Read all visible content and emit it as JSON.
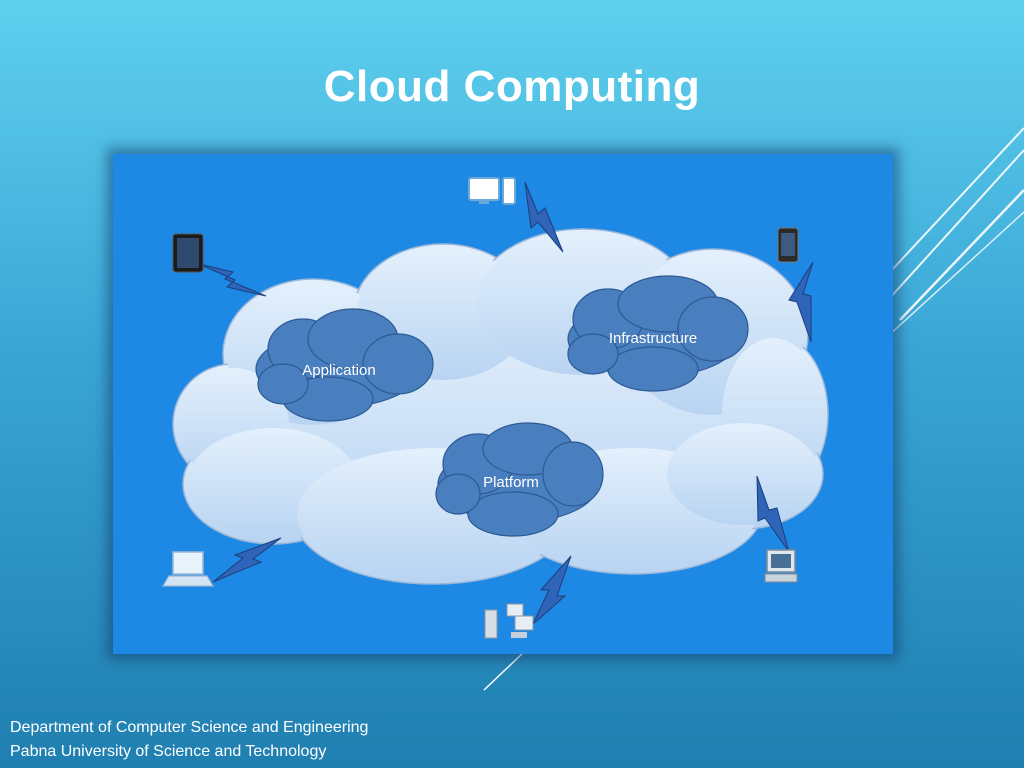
{
  "slide": {
    "title": "Cloud Computing"
  },
  "diagram": {
    "nodes": {
      "application": "Application",
      "infrastructure": "Infrastructure",
      "platform": "Platform"
    },
    "devices": [
      "tablet",
      "monitor-and-phone",
      "smartphone",
      "laptop",
      "servers",
      "desktop-computer"
    ]
  },
  "footer": {
    "line1": "Department of Computer Science and Engineering",
    "line2": "Pabna University of Science and Technology"
  },
  "colors": {
    "background_top": "#5fd0ee",
    "background_bottom": "#1f7fb0",
    "panel": "#1e88e5",
    "big_cloud": "#cfe4fa",
    "small_cloud": "#4a7fbf",
    "lightning": "#2f64b8"
  }
}
